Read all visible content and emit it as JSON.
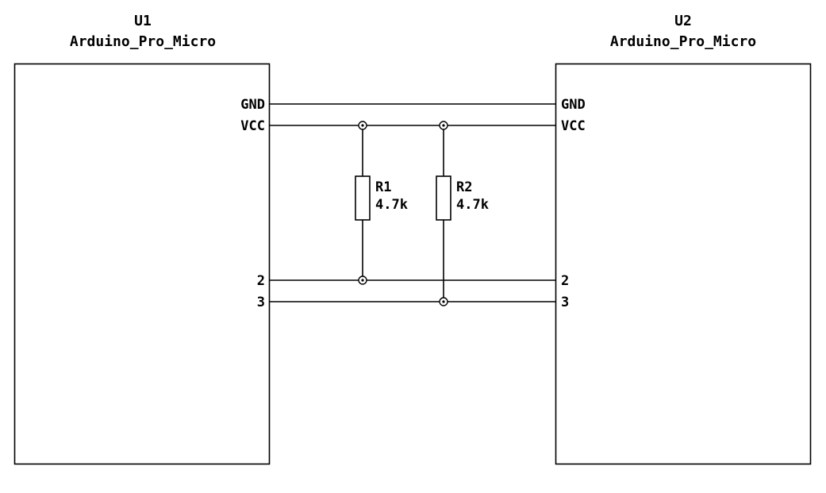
{
  "diagram": {
    "u1": {
      "ref": "U1",
      "value": "Arduino_Pro_Micro",
      "pins": [
        "GND",
        "VCC",
        "2",
        "3"
      ]
    },
    "u2": {
      "ref": "U2",
      "value": "Arduino_Pro_Micro",
      "pins": [
        "GND",
        "VCC",
        "2",
        "3"
      ]
    },
    "r1": {
      "ref": "R1",
      "value": "4.7k"
    },
    "r2": {
      "ref": "R2",
      "value": "4.7k"
    },
    "colors": {
      "wire": "#000000",
      "background": "#ffffff"
    }
  }
}
